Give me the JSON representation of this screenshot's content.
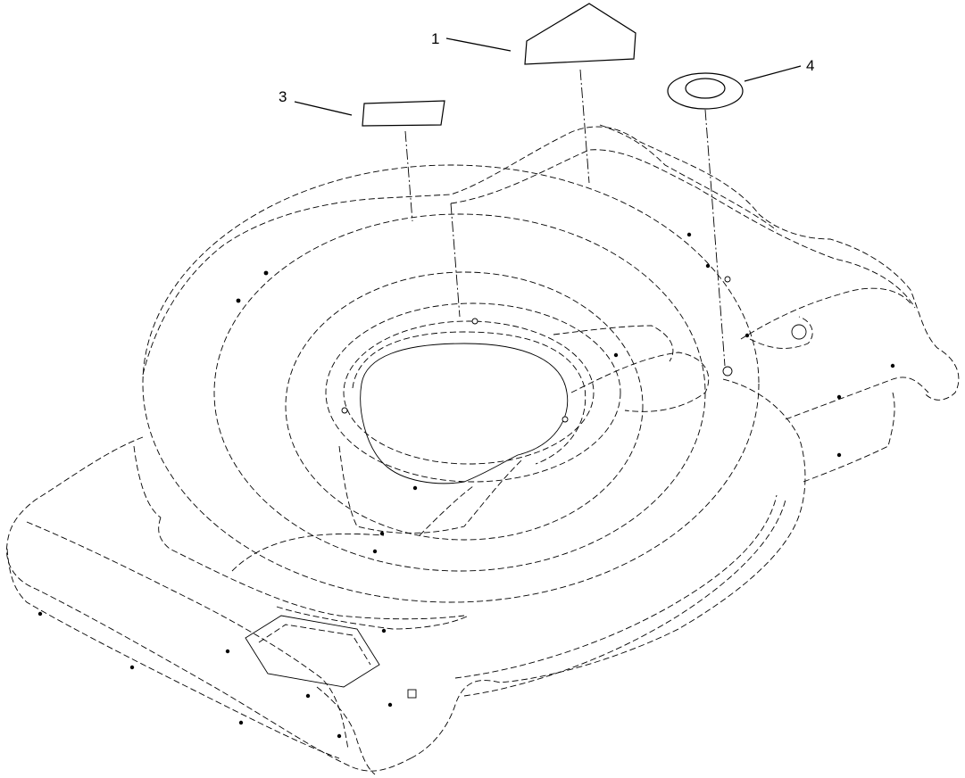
{
  "diagram": {
    "callouts": [
      {
        "id": "1",
        "label": "1",
        "part": "trapezoid-decal"
      },
      {
        "id": "3",
        "label": "3",
        "part": "rectangular-decal"
      },
      {
        "id": "4",
        "label": "4",
        "part": "ring-decal"
      }
    ],
    "colors": {
      "line": "#000000",
      "background": "#ffffff"
    }
  }
}
